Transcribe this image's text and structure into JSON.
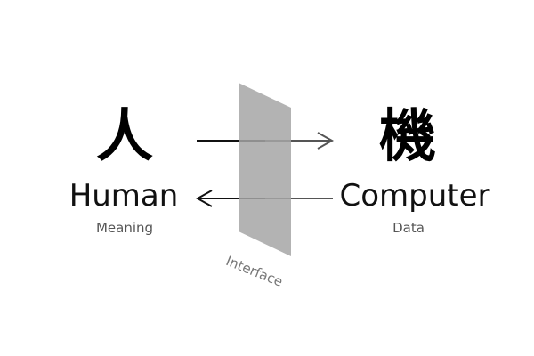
{
  "human": {
    "glyph": "人",
    "title": "Human",
    "subtitle": "Meaning"
  },
  "computer": {
    "glyph": "機",
    "title": "Computer",
    "subtitle": "Data"
  },
  "interface": {
    "label": "Interface"
  },
  "colors": {
    "text": "#111111",
    "glyph": "#000000",
    "subtitle": "#555555",
    "panel": "#b3b3b3",
    "arrow_dark": "#111111",
    "arrow_light": "#555555",
    "interface_label": "#777777"
  },
  "arrows": [
    {
      "name": "human-to-computer",
      "direction": "right"
    },
    {
      "name": "computer-to-human",
      "direction": "left"
    }
  ]
}
